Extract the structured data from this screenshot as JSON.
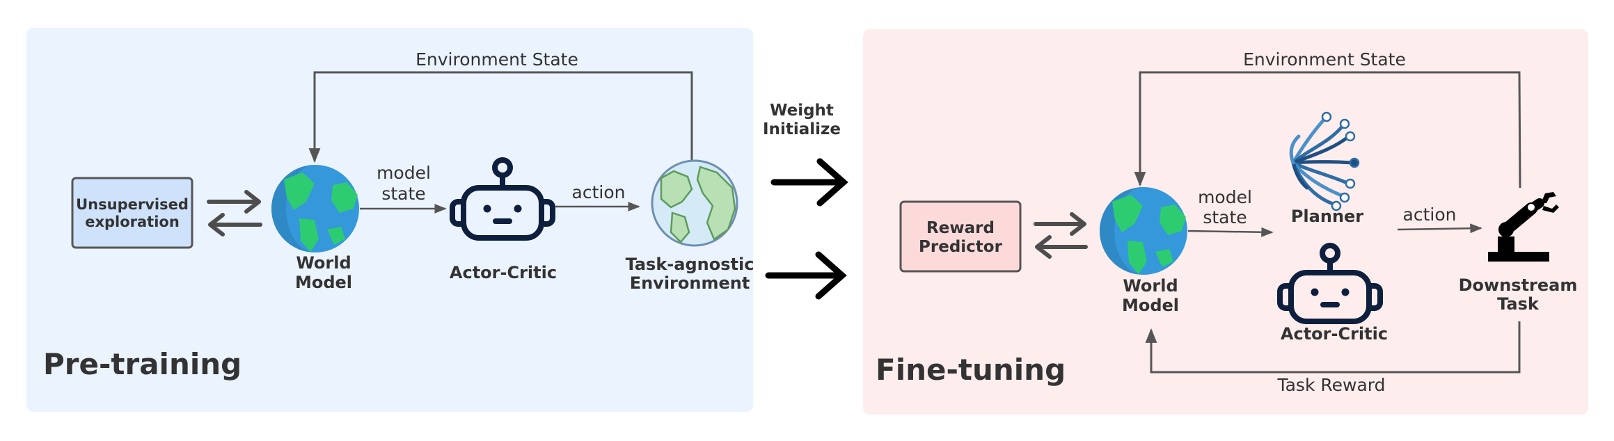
{
  "colors": {
    "pretrain_panel": "#EBF3FE",
    "finetune_panel": "#FDEDED",
    "unsupervised_box": "#CFE2FC",
    "reward_box": "#FCDADA",
    "text": "#333333",
    "robot_navy": "#0D1F3C",
    "ocean_blue": "#3498DB",
    "land_green": "#2ECC71",
    "planner_blue": "#2E6DA4"
  },
  "pretraining": {
    "title": "Pre-training",
    "unsupervised_box": [
      "Unsupervised",
      "exploration"
    ],
    "world_model_label": [
      "World",
      "Model"
    ],
    "model_state_label": [
      "model",
      "state"
    ],
    "actor_critic_label": "Actor-Critic",
    "action_label": "action",
    "environment_label": [
      "Task-agnostic",
      "Environment"
    ],
    "environment_state_label": "Environment State"
  },
  "transfer": {
    "label": [
      "Weight",
      "Initialize"
    ]
  },
  "finetuning": {
    "title": "Fine-tuning",
    "reward_box": [
      "Reward",
      "Predictor"
    ],
    "world_model_label": [
      "World",
      "Model"
    ],
    "model_state_label": [
      "model",
      "state"
    ],
    "planner_label": "Planner",
    "actor_critic_label": "Actor-Critic",
    "action_label": "action",
    "downstream_label": [
      "Downstream",
      "Task"
    ],
    "environment_state_label": "Environment State",
    "task_reward_label": "Task Reward"
  },
  "icons": {
    "world_model": "earth-globe-icon",
    "actor_critic": "robot-icon",
    "environment": "earth-globe-icon",
    "planner": "neural-tree-icon",
    "downstream": "robot-arm-icon"
  }
}
